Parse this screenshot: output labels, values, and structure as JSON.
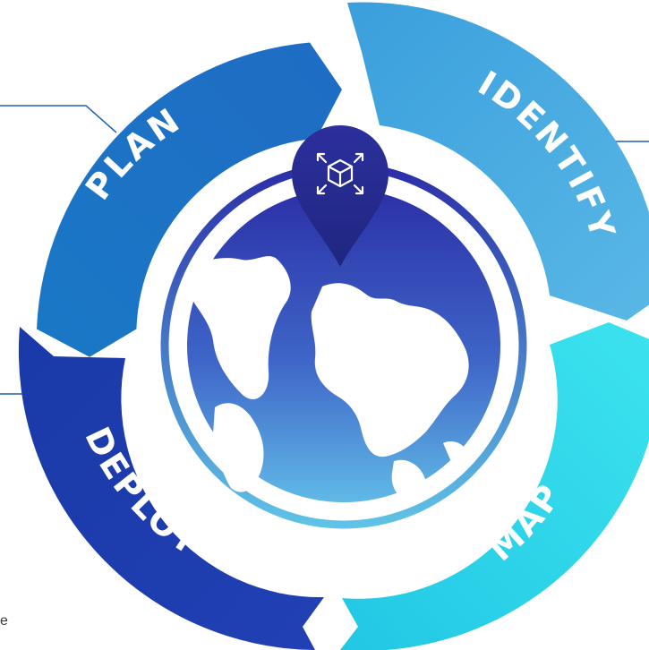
{
  "cycle": {
    "stages": [
      {
        "label": "PLAN"
      },
      {
        "label": "IDENTIFY"
      },
      {
        "label": "MAP"
      },
      {
        "label": "DEPLOY"
      }
    ]
  },
  "side_text": {
    "fragment": "e"
  },
  "icons": {
    "center": "globe-icon",
    "pin": "location-pin-icon",
    "pin_inner": "cube-expand-icon"
  },
  "colors": {
    "plan": "#1f77c8",
    "identify": "#3ea6df",
    "map": "#2fd6e6",
    "deploy": "#1a3fb0",
    "globe_dark": "#2233a8",
    "globe_light": "#5ab4ea",
    "leader_line": "#1e5fb0"
  }
}
